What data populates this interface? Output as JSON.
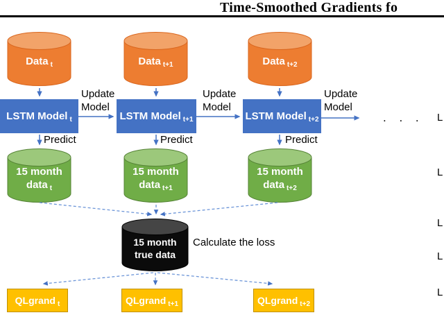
{
  "paper": {
    "header_title": "Time-Smoothed Gradients fo",
    "right_text_fragments": [
      "L",
      "L",
      "L",
      "L",
      "L"
    ]
  },
  "diagram": {
    "columns": [
      {
        "data_label": "Data",
        "data_sub": "t",
        "model_label": "LSTM Model",
        "model_sub": "t",
        "update_line1": "Update",
        "update_line2": "Model",
        "predict_label": "Predict",
        "output_line1": "15 month",
        "output_line2": "data",
        "output_sub": "t",
        "grad_label": "QLgrand",
        "grad_sub": "t"
      },
      {
        "data_label": "Data",
        "data_sub": "t+1",
        "model_label": "LSTM Model",
        "model_sub": "t+1",
        "update_line1": "Update",
        "update_line2": "Model",
        "predict_label": "Predict",
        "output_line1": "15 month",
        "output_line2": "data",
        "output_sub": "t+1",
        "grad_label": "QLgrand",
        "grad_sub": "t+1"
      },
      {
        "data_label": "Data",
        "data_sub": "t+2",
        "model_label": "LSTM Model",
        "model_sub": "t+2",
        "update_line1": "Update",
        "update_line2": "Model",
        "predict_label": "Predict",
        "output_line1": "15 month",
        "output_line2": "data",
        "output_sub": "t+2",
        "grad_label": "QLgrand",
        "grad_sub": "t+2"
      }
    ],
    "loss_node": {
      "line1": "15 month",
      "line2": "true data"
    },
    "loss_label": "Calculate the loss",
    "ellipsis": ". . .",
    "colors": {
      "data_fill": "#ED7D31",
      "data_top": "#F2A369",
      "data_stroke": "#D9661E",
      "model_fill": "#4472C4",
      "output_fill": "#70AD47",
      "output_top": "#9CC87B",
      "output_stroke": "#548235",
      "loss_fill": "#0B0B0B",
      "loss_top": "#454545",
      "grad_fill": "#FFC000",
      "grad_border": "#BF9000",
      "arrow": "#4472C4",
      "dashed_arrow": "#6C95D8"
    }
  }
}
